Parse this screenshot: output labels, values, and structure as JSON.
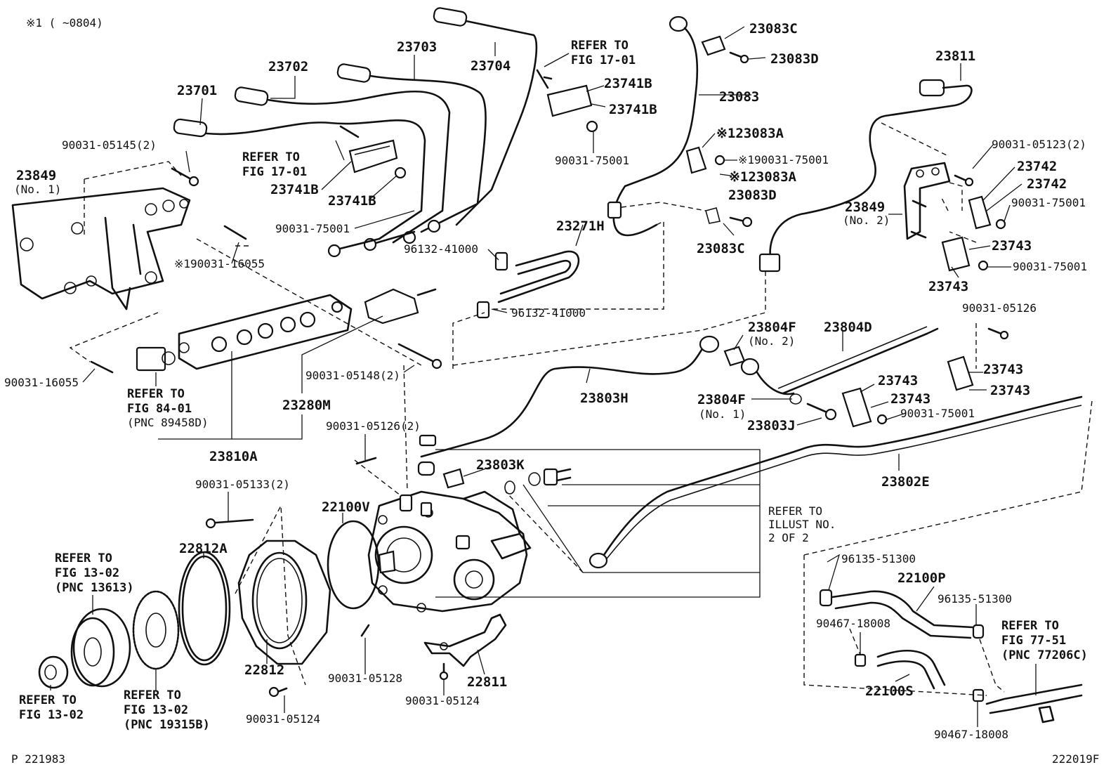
{
  "header": {
    "note": "※1 (      ~0804)"
  },
  "footer": {
    "left_code": "P 221983",
    "right_code": "222019F"
  },
  "labels": {
    "l23701": "23701",
    "l23702": "23702",
    "l23703": "23703",
    "l23704": "23704",
    "refer_to_a": "REFER TO",
    "fig_17_01_a": "FIG 17-01",
    "l23741B_a": "23741B",
    "l23741B_b": "23741B",
    "l90031_75001_a": "90031-75001",
    "l23083C_a": "23083C",
    "l23083D_a": "23083D",
    "l23083": "23083",
    "l23083A_a": "※123083A",
    "l90031_75001_b": "※190031-75001",
    "l23083A_b": "※123083A",
    "l23083D_b": "23083D",
    "l23083C_b": "23083C",
    "l23811": "23811",
    "l90031_05145": "90031-05145(2)",
    "refer_to_b": "REFER TO",
    "fig_17_01_b": "FIG 17-01",
    "l23741B_c": "23741B",
    "l23741B_d": "23741B",
    "l23849_1": "23849",
    "no1_a": "(No. 1)",
    "l90031_75001_c": "90031-75001",
    "l96132_41000_a": "96132-41000",
    "l23271H": "23271H",
    "l96132_41000_b": "96132-41000",
    "l90031_16055_a": "※190031-16055",
    "l90031_05123": "90031-05123(2)",
    "l23742_a": "23742",
    "l23742_b": "23742",
    "l23849_2": "23849",
    "no2_a": "(No. 2)",
    "l90031_75001_d": "90031-75001",
    "l23743_a": "23743",
    "l90031_75001_e": "90031-75001",
    "l23743_b": "23743",
    "l90031_05126_a": "90031-05126",
    "l23804F_a": "23804F",
    "no2_b": "(No. 2)",
    "l23804D": "23804D",
    "l23743_c": "23743",
    "l23743_d": "23743",
    "l90031_16055_b": "90031-16055",
    "refer_to_c": "REFER TO",
    "fig_84_01": "FIG 84-01",
    "pnc_89458D": "(PNC 89458D)",
    "l90031_05148": "90031-05148(2)",
    "l23280M": "23280M",
    "l23803H": "23803H",
    "l23804F_b": "23804F",
    "no1_b": "(No. 1)",
    "l23743_e": "23743",
    "l23743_f": "23743",
    "l90031_75001_f": "90031-75001",
    "l23803J": "23803J",
    "l23810A": "23810A",
    "l90031_05126_2": "90031-05126(2)",
    "l23803K": "23803K",
    "l23802E": "23802E",
    "l90031_05133": "90031-05133(2)",
    "l22100V": "22100V",
    "refer_to_illust": "REFER TO",
    "illust_no": "ILLUST NO.",
    "two_of_two": "2 OF 2",
    "l22812A": "22812A",
    "refer_to_d": "REFER TO",
    "fig_13_02_a": "FIG 13-02",
    "pnc_13613": "(PNC 13613)",
    "l96135_51300_a": "96135-51300",
    "l22100P": "22100P",
    "l96135_51300_b": "96135-51300",
    "l90467_18008_a": "90467-18008",
    "refer_to_e": "REFER TO",
    "fig_77_51": "FIG 77-51",
    "pnc_77206C": "(PNC 77206C)",
    "l22812": "22812",
    "l90031_05128": "90031-05128",
    "l22811": "22811",
    "l22100S": "22100S",
    "refer_to_f": "REFER TO",
    "fig_13_02_b": "FIG 13-02",
    "refer_to_g": "REFER TO",
    "fig_13_02_c": "FIG 13-02",
    "pnc_19315B": "(PNC 19315B)",
    "l90031_05124_a": "90031-05124",
    "l90031_05124_b": "90031-05124",
    "l90467_18008_b": "90467-18008"
  }
}
